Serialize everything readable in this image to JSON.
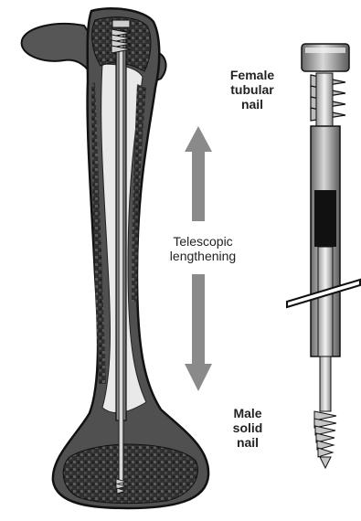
{
  "labels": {
    "female": [
      "Female",
      "tubular",
      "nail"
    ],
    "center": [
      "Telescopic",
      "lengthening"
    ],
    "male": [
      "Male",
      "solid",
      "nail"
    ]
  },
  "icons": {
    "bone": "femur-cross-section",
    "nail": "telescopic-nail",
    "arrows": "double-arrow"
  },
  "colors": {
    "outline": "#1a1a1a",
    "bone_dark": "#555555",
    "marrow": "#2b2b2b",
    "nail_light": "#e0e0e0",
    "arrow": "#8a8a8a"
  }
}
